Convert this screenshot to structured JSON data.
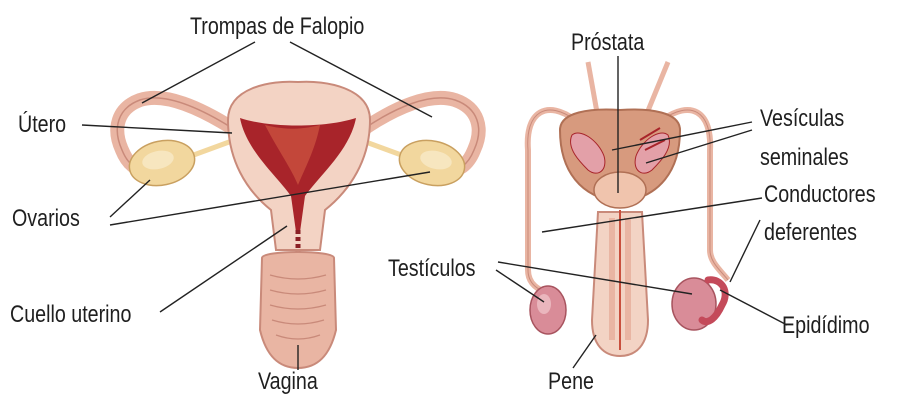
{
  "colors": {
    "tissue_light": "#f3d3c4",
    "tissue_mid": "#e9b5a3",
    "tissue_outline": "#c98a7a",
    "uterus_dark": "#a8242a",
    "uterus_mid": "#c9503e",
    "ovary": "#f2d79e",
    "prostate": "#d79a7e",
    "testis": "#d98c98",
    "leader_line": "#222222"
  },
  "female": {
    "labels": {
      "fallopian": "Trompas de Falopio",
      "uterus": "Útero",
      "ovaries": "Ovarios",
      "cervix": "Cuello uterino",
      "vagina": "Vagina"
    }
  },
  "male": {
    "labels": {
      "prostate": "Próstata",
      "vesicles_line1": "Vesículas",
      "vesicles_line2": "seminales",
      "ducts_line1": "Conductores",
      "ducts_line2": "deferentes",
      "testicles": "Testículos",
      "epididymis": "Epidídimo",
      "penis": "Pene"
    }
  }
}
